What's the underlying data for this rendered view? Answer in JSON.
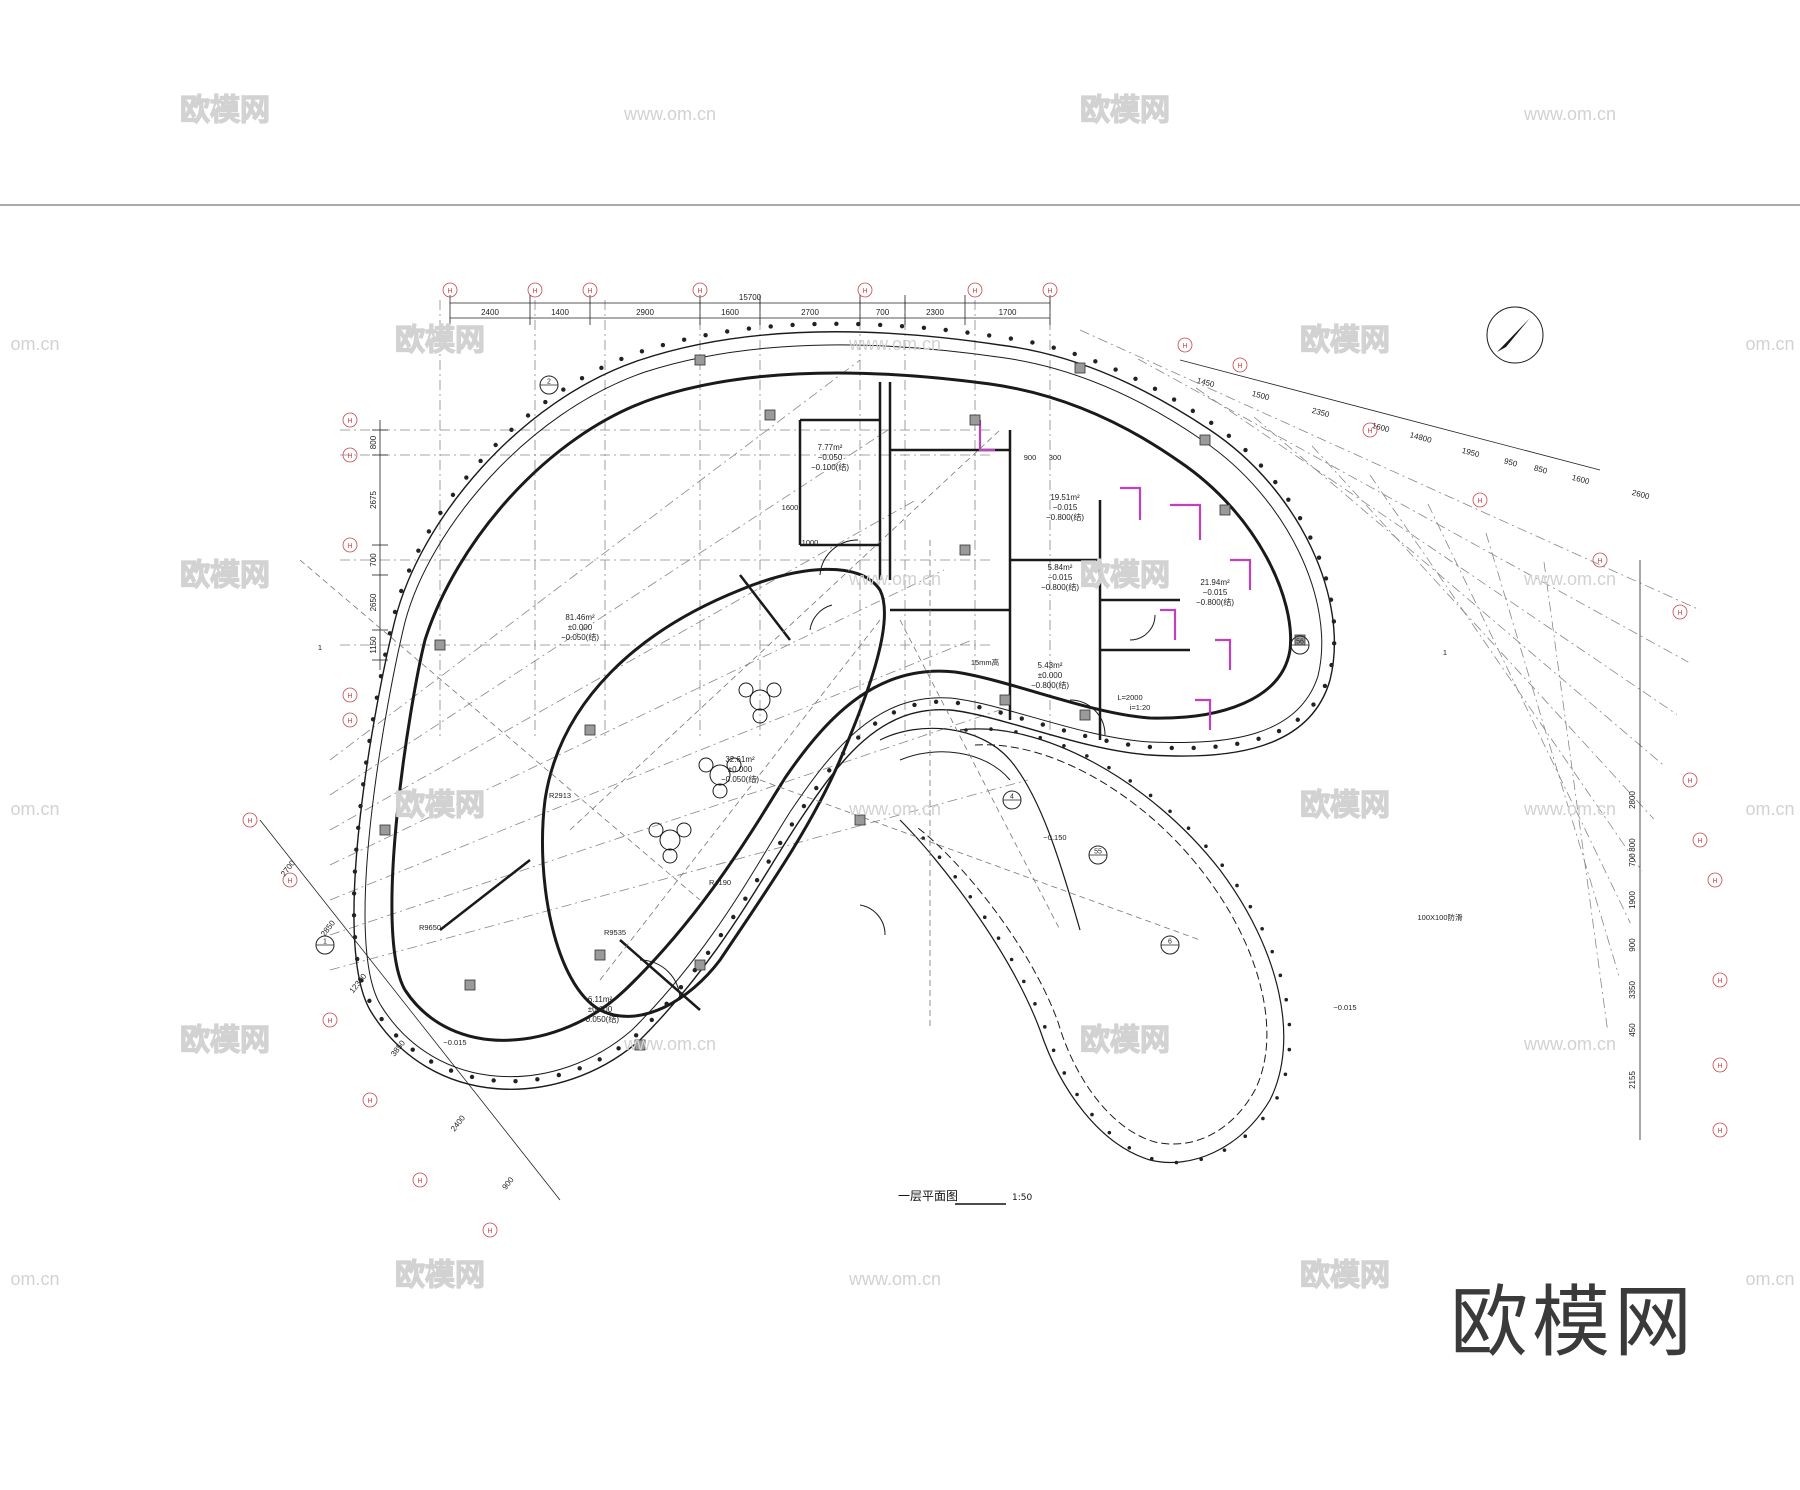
{
  "drawing": {
    "title": "一层平面图",
    "scale": "1:50",
    "overall_dimension": "15700",
    "top_dimensions": [
      "2400",
      "1400",
      "2900",
      "1600",
      "2700",
      "700",
      "2300",
      "1700"
    ],
    "left_dimensions": [
      "800",
      "2675",
      "700",
      "2650",
      "1150"
    ],
    "right_dimensions": [
      "1450",
      "1500",
      "2350",
      "1600",
      "14800",
      "1950",
      "950",
      "850",
      "1600",
      "2600",
      "2800",
      "800",
      "700",
      "1900",
      "900",
      "3350",
      "450",
      "2155"
    ],
    "bottom_left_dimensions": [
      "2700",
      "2850",
      "12300",
      "3850",
      "2400",
      "900"
    ],
    "rooms": [
      {
        "area": "81.46m²",
        "level1": "±0.000",
        "level2": "−0.050(结)"
      },
      {
        "area": "32.61m²",
        "level1": "±0.000",
        "level2": "−0.050(结)"
      },
      {
        "area": "6.11m²",
        "level1": "±0.000",
        "level2": "−0.050(结)"
      },
      {
        "area": "7.77m²",
        "level1": "−0.050",
        "level2": "−0.100(结)"
      },
      {
        "area": "19.51m²",
        "level1": "−0.015",
        "level2": "−0.800(结)"
      },
      {
        "area": "21.94m²",
        "level1": "−0.015",
        "level2": "−0.800(结)"
      },
      {
        "area": "5.43m²",
        "level1": "±0.000",
        "level2": "−0.800(结)"
      },
      {
        "area": "5.84m²",
        "level1": "−0.015",
        "level2": "−0.800(结)"
      }
    ],
    "misc_labels": [
      "R2913",
      "R9650",
      "R9535",
      "R4190",
      "15mm高",
      "−0.015",
      "−0.150",
      "−0.015",
      "1600",
      "1000",
      "900",
      "300",
      "L=2000",
      "i=1:20",
      "100X100防滑",
      "1",
      "1"
    ],
    "detail_refs": [
      "1",
      "2",
      "4",
      "56",
      "55",
      "6"
    ],
    "axis_label": "H"
  },
  "watermarks": {
    "brand": "欧模网",
    "url": "www.om.cn",
    "url_partial": "om.cn"
  },
  "colors": {
    "line": "#1a1a1a",
    "axis_red": "#c9474d",
    "magenta": "#c040c0",
    "watermark": "#d2d2d2"
  }
}
